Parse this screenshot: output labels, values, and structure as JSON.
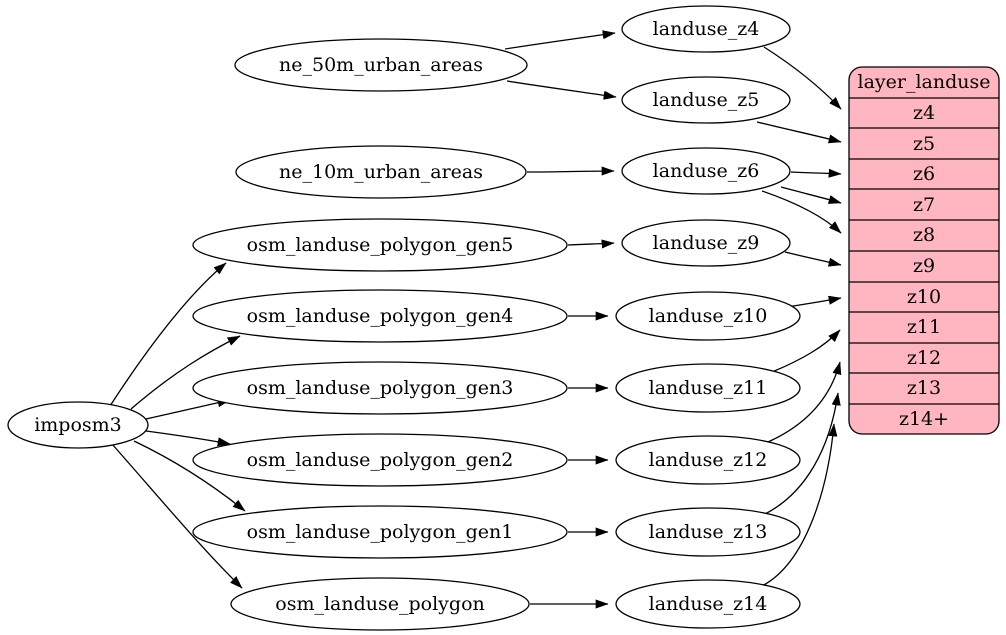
{
  "diagram": {
    "type": "digraph",
    "background": "#ffffff",
    "colors": {
      "node_fill": "#ffffff",
      "table_fill": "#ffb6c1",
      "stroke": "#000000"
    },
    "nodes": {
      "imposm3": "imposm3",
      "ne_50m_urban_areas": "ne_50m_urban_areas",
      "ne_10m_urban_areas": "ne_10m_urban_areas",
      "osm_landuse_polygon_gen5": "osm_landuse_polygon_gen5",
      "osm_landuse_polygon_gen4": "osm_landuse_polygon_gen4",
      "osm_landuse_polygon_gen3": "osm_landuse_polygon_gen3",
      "osm_landuse_polygon_gen2": "osm_landuse_polygon_gen2",
      "osm_landuse_polygon_gen1": "osm_landuse_polygon_gen1",
      "osm_landuse_polygon": "osm_landuse_polygon",
      "landuse_z4": "landuse_z4",
      "landuse_z5": "landuse_z5",
      "landuse_z6": "landuse_z6",
      "landuse_z9": "landuse_z9",
      "landuse_z10": "landuse_z10",
      "landuse_z11": "landuse_z11",
      "landuse_z12": "landuse_z12",
      "landuse_z13": "landuse_z13",
      "landuse_z14": "landuse_z14"
    },
    "table": {
      "title": "layer_landuse",
      "rows": [
        "z4",
        "z5",
        "z6",
        "z7",
        "z8",
        "z9",
        "z10",
        "z11",
        "z12",
        "z13",
        "z14+"
      ],
      "fill": "#ffb6c1"
    },
    "edges": [
      {
        "from": "imposm3",
        "to": "osm_landuse_polygon_gen5"
      },
      {
        "from": "imposm3",
        "to": "osm_landuse_polygon_gen4"
      },
      {
        "from": "imposm3",
        "to": "osm_landuse_polygon_gen3"
      },
      {
        "from": "imposm3",
        "to": "osm_landuse_polygon_gen2"
      },
      {
        "from": "imposm3",
        "to": "osm_landuse_polygon_gen1"
      },
      {
        "from": "imposm3",
        "to": "osm_landuse_polygon"
      },
      {
        "from": "ne_50m_urban_areas",
        "to": "landuse_z4"
      },
      {
        "from": "ne_50m_urban_areas",
        "to": "landuse_z5"
      },
      {
        "from": "ne_10m_urban_areas",
        "to": "landuse_z6"
      },
      {
        "from": "osm_landuse_polygon_gen5",
        "to": "landuse_z9"
      },
      {
        "from": "osm_landuse_polygon_gen4",
        "to": "landuse_z10"
      },
      {
        "from": "osm_landuse_polygon_gen3",
        "to": "landuse_z11"
      },
      {
        "from": "osm_landuse_polygon_gen2",
        "to": "landuse_z12"
      },
      {
        "from": "osm_landuse_polygon_gen1",
        "to": "landuse_z13"
      },
      {
        "from": "osm_landuse_polygon",
        "to": "landuse_z14"
      },
      {
        "from": "landuse_z4",
        "to": "layer_landuse.z4"
      },
      {
        "from": "landuse_z5",
        "to": "layer_landuse.z5"
      },
      {
        "from": "landuse_z6",
        "to": "layer_landuse.z6"
      },
      {
        "from": "landuse_z6",
        "to": "layer_landuse.z7"
      },
      {
        "from": "landuse_z6",
        "to": "layer_landuse.z8"
      },
      {
        "from": "landuse_z9",
        "to": "layer_landuse.z9"
      },
      {
        "from": "landuse_z10",
        "to": "layer_landuse.z10"
      },
      {
        "from": "landuse_z11",
        "to": "layer_landuse.z11"
      },
      {
        "from": "landuse_z12",
        "to": "layer_landuse.z12"
      },
      {
        "from": "landuse_z13",
        "to": "layer_landuse.z13"
      },
      {
        "from": "landuse_z14",
        "to": "layer_landuse.z14+"
      }
    ]
  }
}
